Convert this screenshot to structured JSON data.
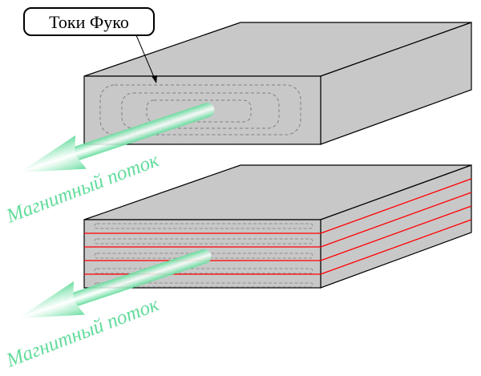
{
  "callout": {
    "label": "Токи Фуко"
  },
  "upper_block": {
    "flux_label": "Магнитный поток"
  },
  "lower_block": {
    "flux_label": "Магнитный поток",
    "lamination_count": 5
  },
  "colors": {
    "block": "#c8c8c8",
    "lamination_line": "#ff0000",
    "flux": "#63dc9c",
    "eddy": "#808080"
  }
}
